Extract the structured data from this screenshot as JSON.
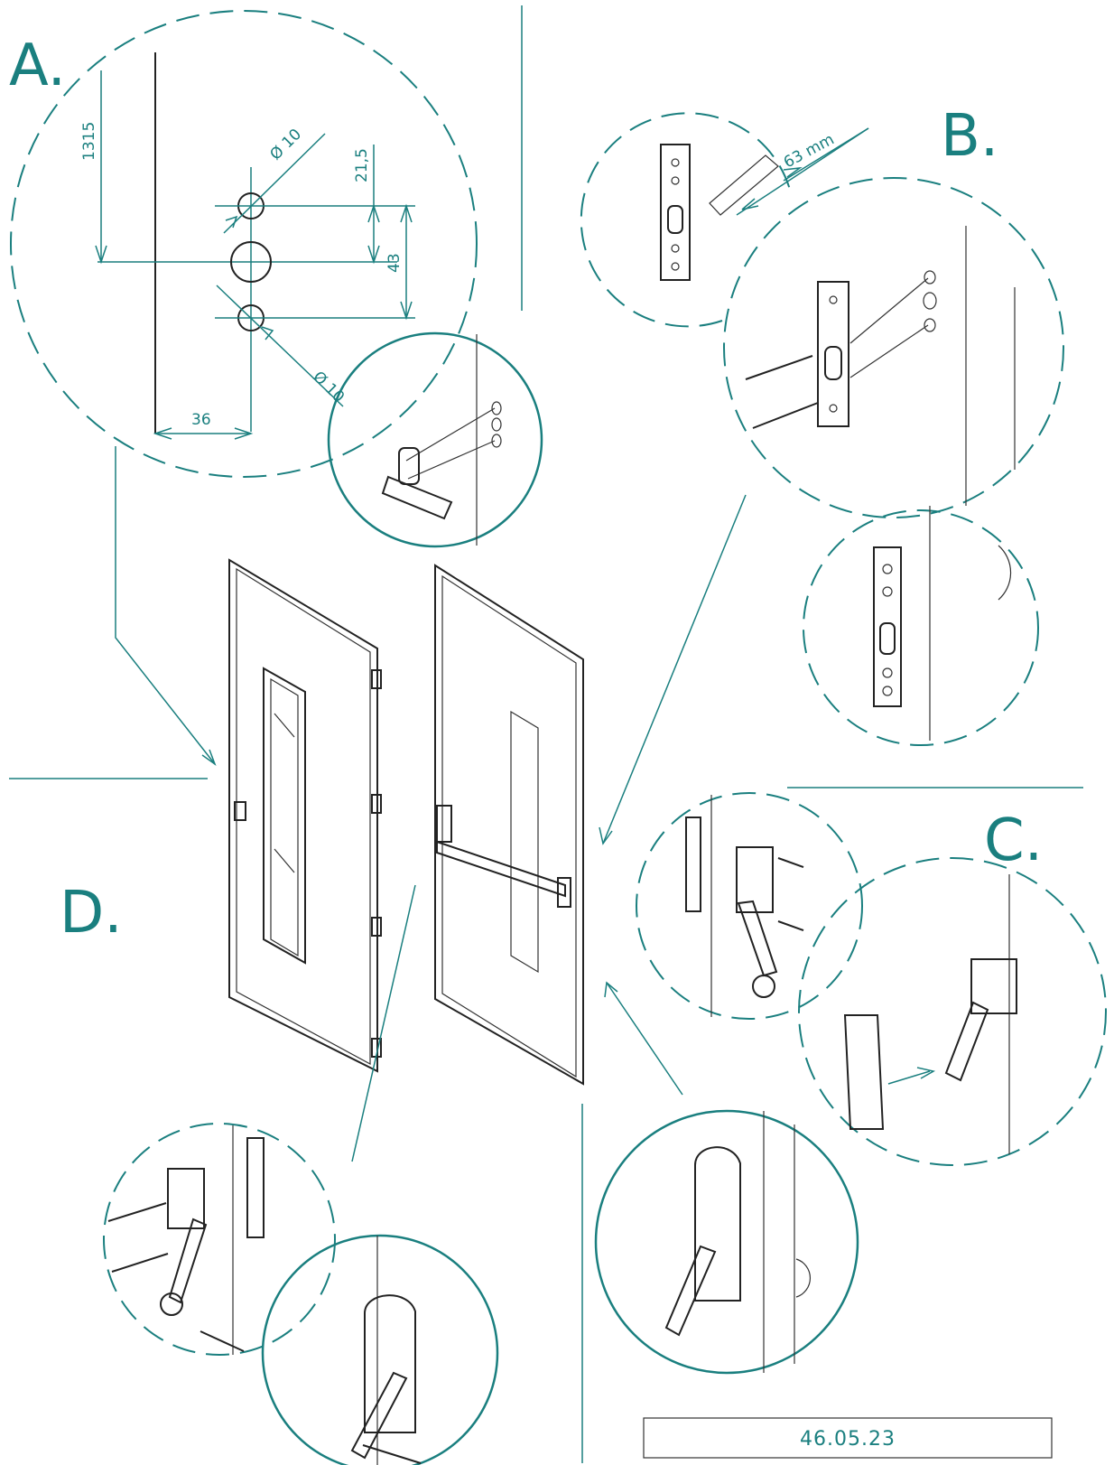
{
  "sections": {
    "a": "A.",
    "b": "B.",
    "c": "C.",
    "d": "D."
  },
  "dimensions": {
    "height_1315": "1315",
    "dia_top": "Ø 10",
    "dia_bottom": "Ø 10",
    "gap_21_5": "21,5",
    "spacing_43": "43",
    "offset_36": "36",
    "length_63": "63 mm"
  },
  "drawing_number": "46.05.23",
  "colors": {
    "accent": "#1a7f7f",
    "line": "#222222"
  }
}
